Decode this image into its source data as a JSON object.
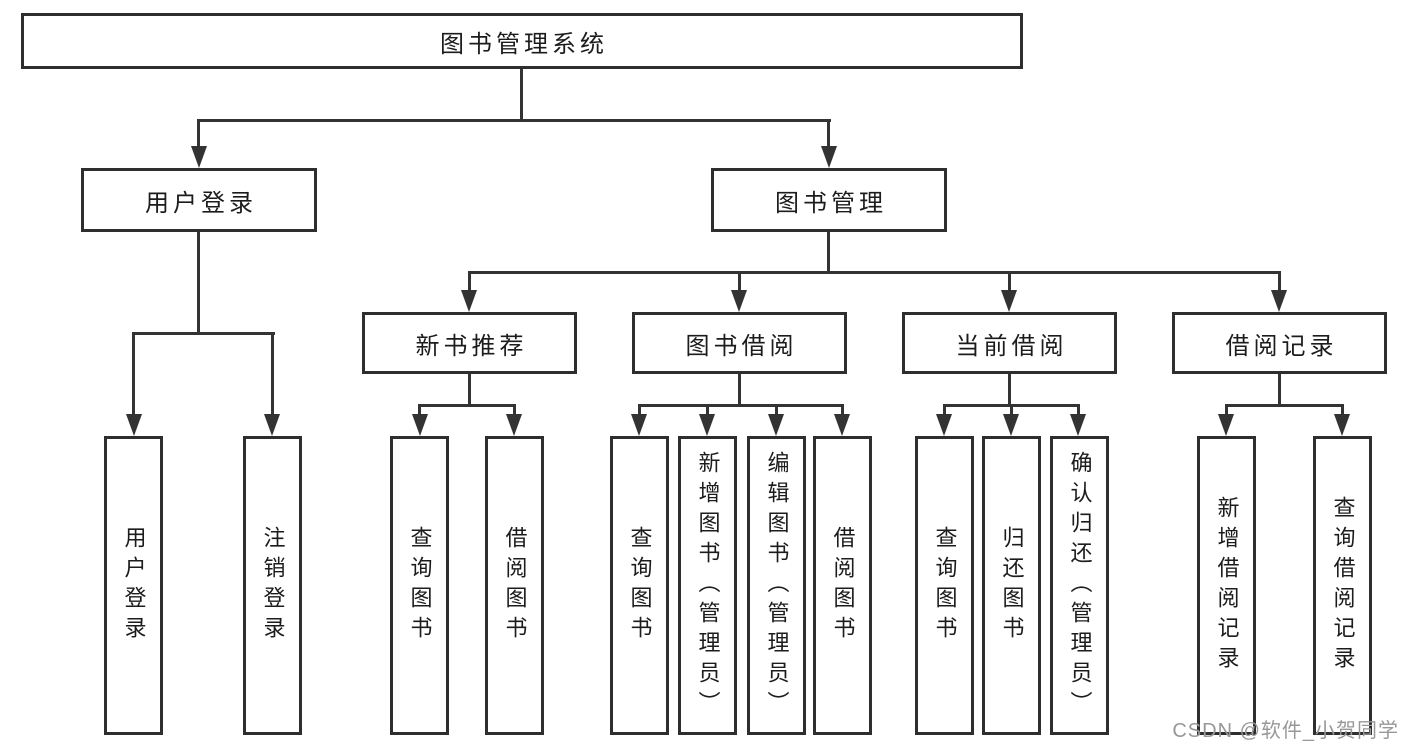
{
  "diagram": {
    "type": "hierarchy-tree",
    "root": {
      "label": "图书管理系统",
      "children": [
        {
          "label": "用户登录",
          "children": [
            {
              "label": "用户登录"
            },
            {
              "label": "注销登录"
            }
          ]
        },
        {
          "label": "图书管理",
          "children": [
            {
              "label": "新书推荐",
              "children": [
                {
                  "label": "查询图书"
                },
                {
                  "label": "借阅图书"
                }
              ]
            },
            {
              "label": "图书借阅",
              "children": [
                {
                  "label": "查询图书"
                },
                {
                  "label": "新增图书（管理员）"
                },
                {
                  "label": "编辑图书（管理员）"
                },
                {
                  "label": "借阅图书"
                }
              ]
            },
            {
              "label": "当前借阅",
              "children": [
                {
                  "label": "查询图书"
                },
                {
                  "label": "归还图书"
                },
                {
                  "label": "确认归还（管理员）"
                }
              ]
            },
            {
              "label": "借阅记录",
              "children": [
                {
                  "label": "新增借阅记录"
                },
                {
                  "label": "查询借阅记录"
                }
              ]
            }
          ]
        }
      ]
    }
  },
  "watermark": {
    "text": "CSDN @软件_小贺同学"
  },
  "colors": {
    "line": "#333333",
    "box_border": "#2e2e2e",
    "text": "#1c1c1c",
    "watermark": "#989898",
    "background": "#ffffff"
  }
}
